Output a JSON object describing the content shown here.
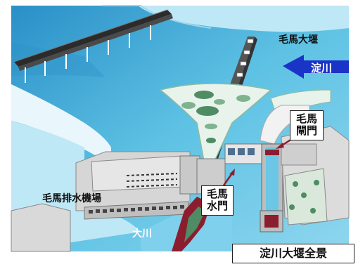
{
  "labels": {
    "keba_dam": "毛馬大堰",
    "yodogawa": "淀川",
    "keba_sluice_gate": [
      "毛馬",
      "閘門"
    ],
    "keba_water_gate": [
      "毛馬",
      "水門"
    ],
    "drainage_station": "毛馬排水機場",
    "okawa": "大川",
    "caption": "淀川大堰全景"
  },
  "colors": {
    "water_light": "#bfe8f6",
    "water_mid": "#5ec2e4",
    "water_deep": "#1d86be",
    "arrow_blue": "#1b34c8",
    "bank_green": "#b9d8c4",
    "building_gray": "#d0d0d0",
    "red_bank": "#8b1e2e"
  }
}
